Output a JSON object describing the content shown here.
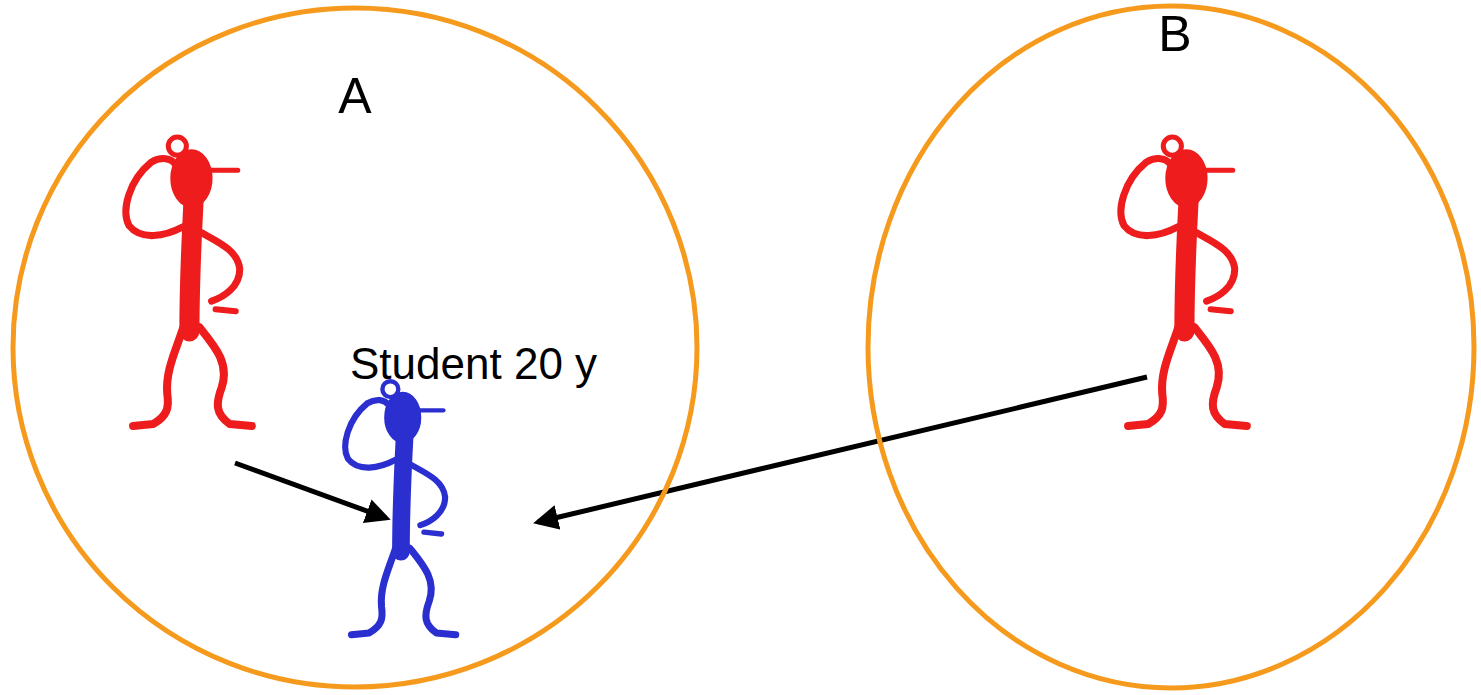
{
  "diagram": {
    "nodes": [
      {
        "text": [
          "A"
        ]
      },
      {
        "text": [
          "Student 20 y"
        ],
        "in": 0
      },
      {
        "text": [
          "B"
        ]
      }
    ]
  }
}
